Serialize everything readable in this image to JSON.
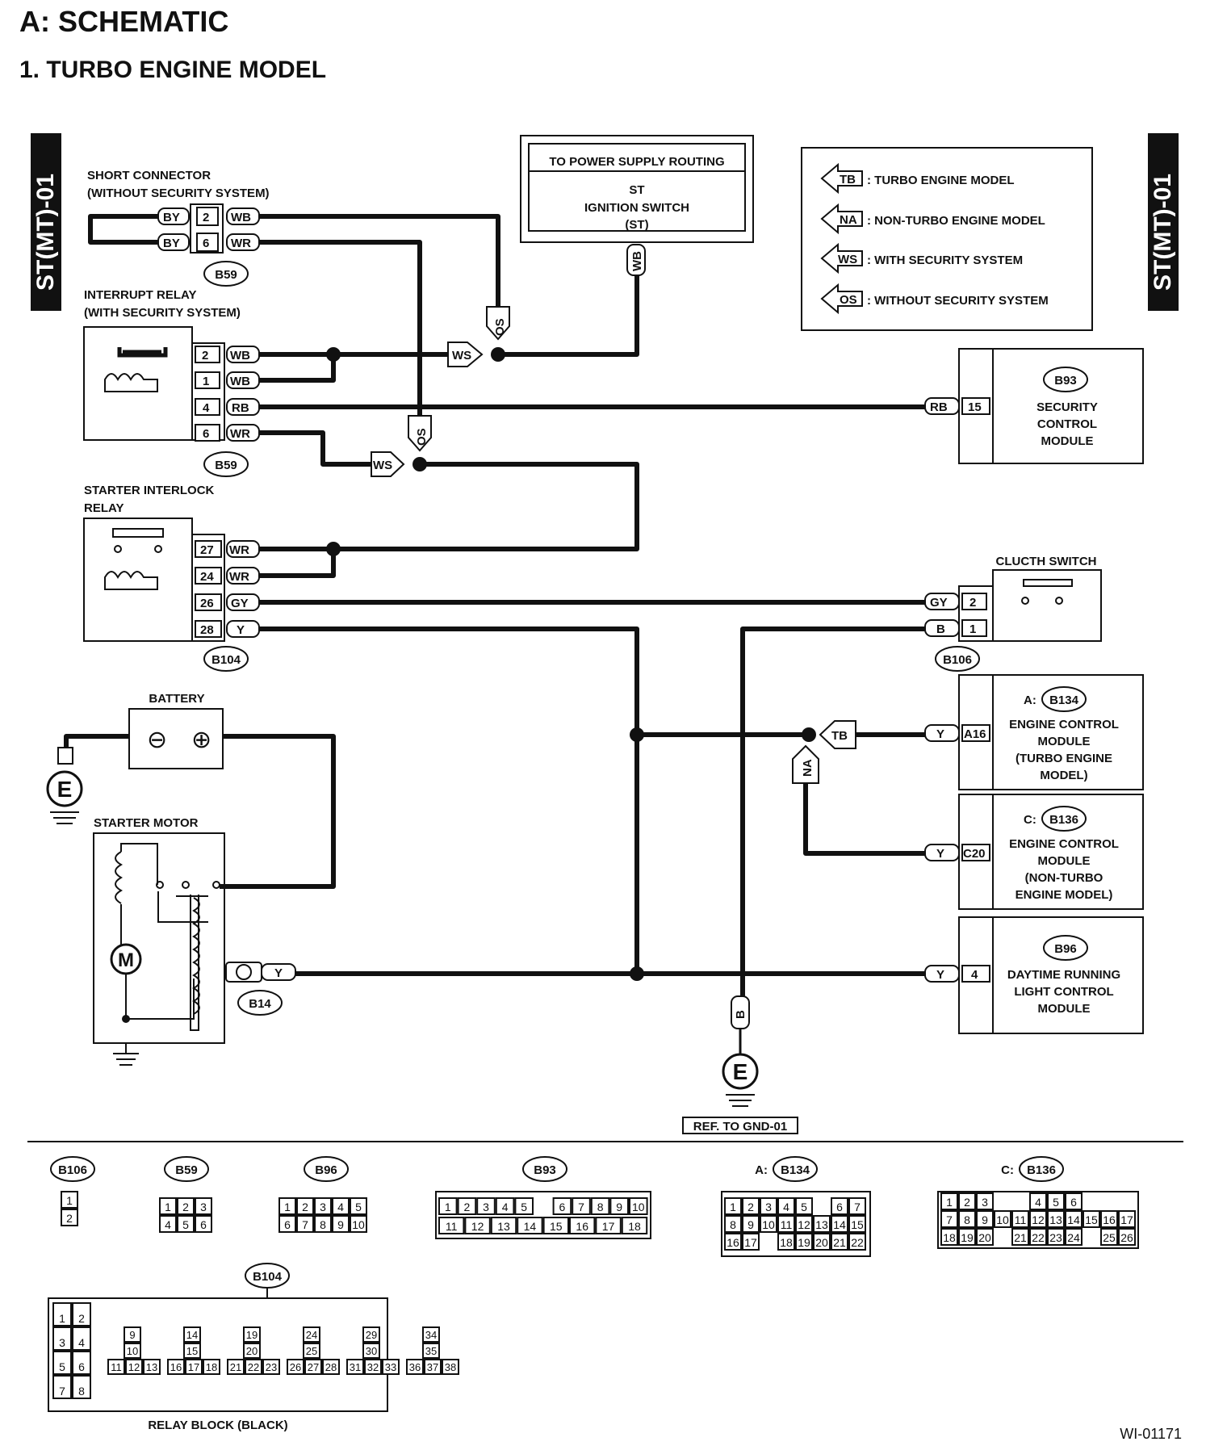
{
  "heading": "A:  SCHEMATIC",
  "subheading": "1.  TURBO ENGINE MODEL",
  "side_tab": "ST(MT)-01",
  "legend": [
    {
      "code": "TB",
      "text": ": TURBO ENGINE MODEL"
    },
    {
      "code": "NA",
      "text": ": NON-TURBO ENGINE MODEL"
    },
    {
      "code": "WS",
      "text": ": WITH SECURITY SYSTEM"
    },
    {
      "code": "OS",
      "text": ": WITHOUT SECURITY SYSTEM"
    }
  ],
  "power_supply": {
    "title": "TO POWER SUPPLY ROUTING",
    "line1": "ST",
    "line2": "IGNITION SWITCH",
    "line3": "(ST)",
    "wire": "WB"
  },
  "short_connector": {
    "line1": "SHORT CONNECTOR",
    "line2": "(WITHOUT SECURITY SYSTEM)",
    "connector": "B59",
    "pins": [
      {
        "pin": "2",
        "left": "BY",
        "right": "WB"
      },
      {
        "pin": "6",
        "left": "BY",
        "right": "WR"
      }
    ]
  },
  "interrupt_relay": {
    "line1": "INTERRUPT RELAY",
    "line2": "(WITH SECURITY SYSTEM)",
    "connector": "B59",
    "pins": [
      {
        "pin": "2",
        "wire": "WB"
      },
      {
        "pin": "1",
        "wire": "WB"
      },
      {
        "pin": "4",
        "wire": "RB"
      },
      {
        "pin": "6",
        "wire": "WR"
      }
    ]
  },
  "security_module": {
    "connector": "B93",
    "pin": "15",
    "wire": "RB",
    "line1": "SECURITY",
    "line2": "CONTROL",
    "line3": "MODULE"
  },
  "starter_relay": {
    "line1": "STARTER INTERLOCK",
    "line2": "RELAY",
    "connector": "B104",
    "pins": [
      {
        "pin": "27",
        "wire": "WR"
      },
      {
        "pin": "24",
        "wire": "WR"
      },
      {
        "pin": "26",
        "wire": "GY"
      },
      {
        "pin": "28",
        "wire": "Y"
      }
    ]
  },
  "clutch_switch": {
    "label": "CLUCTH SWITCH",
    "connector": "B106",
    "pins": [
      {
        "pin": "2",
        "wire": "GY"
      },
      {
        "pin": "1",
        "wire": "B"
      }
    ]
  },
  "battery": {
    "label": "BATTERY",
    "minus": "⊖",
    "plus": "⊕"
  },
  "ground_symbol": "E",
  "starter_motor": {
    "label": "STARTER MOTOR",
    "connector": "B14",
    "wire": "Y",
    "motor": "M"
  },
  "ecm_turbo": {
    "prefix": "A:",
    "connector": "B134",
    "pin": "A16",
    "wire": "Y",
    "line1": "ENGINE CONTROL",
    "line2": "MODULE",
    "line3": "(TURBO ENGINE",
    "line4": "MODEL)"
  },
  "ecm_nonturbo": {
    "prefix": "C:",
    "connector": "B136",
    "pin": "C20",
    "wire": "Y",
    "line1": "ENGINE CONTROL",
    "line2": "MODULE",
    "line3": "(NON-TURBO",
    "line4": "ENGINE MODEL)"
  },
  "drl_module": {
    "connector": "B96",
    "pin": "4",
    "wire": "Y",
    "line1": "DAYTIME RUNNING",
    "line2": "LIGHT CONTROL",
    "line3": "MODULE"
  },
  "ground_ref": {
    "wire": "B",
    "label": "REF. TO GND-01"
  },
  "connector_views": {
    "b106": {
      "label": "B106",
      "rows": [
        [
          "1"
        ],
        [
          "2"
        ]
      ]
    },
    "b59": {
      "label": "B59",
      "rows": [
        [
          "1",
          "2",
          "3"
        ],
        [
          "4",
          "5",
          "6"
        ]
      ]
    },
    "b96": {
      "label": "B96",
      "rows": [
        [
          "1",
          "2",
          "3",
          "4",
          "5"
        ],
        [
          "6",
          "7",
          "8",
          "9",
          "10"
        ]
      ]
    },
    "b93": {
      "label": "B93",
      "rows": [
        [
          "1",
          "2",
          "3",
          "4",
          "5",
          "",
          "6",
          "7",
          "8",
          "9",
          "10"
        ],
        [
          "11",
          "12",
          "13",
          "14",
          "15",
          "16",
          "17",
          "18"
        ]
      ]
    },
    "b134": {
      "prefix": "A:",
      "label": "B134",
      "rows": [
        [
          "1",
          "2",
          "3",
          "4",
          "5",
          "",
          "6",
          "7"
        ],
        [
          "8",
          "9",
          "10",
          "11",
          "12",
          "13",
          "14",
          "15"
        ],
        [
          "16",
          "17",
          "",
          "18",
          "19",
          "20",
          "21",
          "22"
        ]
      ]
    },
    "b136": {
      "prefix": "C:",
      "label": "B136",
      "rows": [
        [
          "1",
          "2",
          "3",
          "",
          "",
          "4",
          "5",
          "6"
        ],
        [
          "7",
          "8",
          "9",
          "10",
          "11",
          "12",
          "13",
          "14",
          "15",
          "16",
          "17"
        ],
        [
          "18",
          "19",
          "20",
          "",
          "21",
          "22",
          "23",
          "24",
          "",
          "25",
          "26"
        ]
      ]
    },
    "b104": {
      "label": "B104",
      "caption": "RELAY BLOCK (BLACK)",
      "left": [
        [
          "1",
          "2"
        ],
        [
          "3",
          "4"
        ],
        [
          "5",
          "6"
        ],
        [
          "7",
          "8"
        ]
      ],
      "groups": [
        [
          "9",
          "10",
          "11",
          "12",
          "13"
        ],
        [
          "14",
          "15",
          "16",
          "17",
          "18"
        ],
        [
          "19",
          "20",
          "21",
          "22",
          "23"
        ],
        [
          "24",
          "25",
          "26",
          "27",
          "28"
        ],
        [
          "29",
          "30",
          "31",
          "32",
          "33"
        ],
        [
          "34",
          "35",
          "36",
          "37",
          "38"
        ]
      ]
    }
  },
  "doc_id": "WI-01171"
}
